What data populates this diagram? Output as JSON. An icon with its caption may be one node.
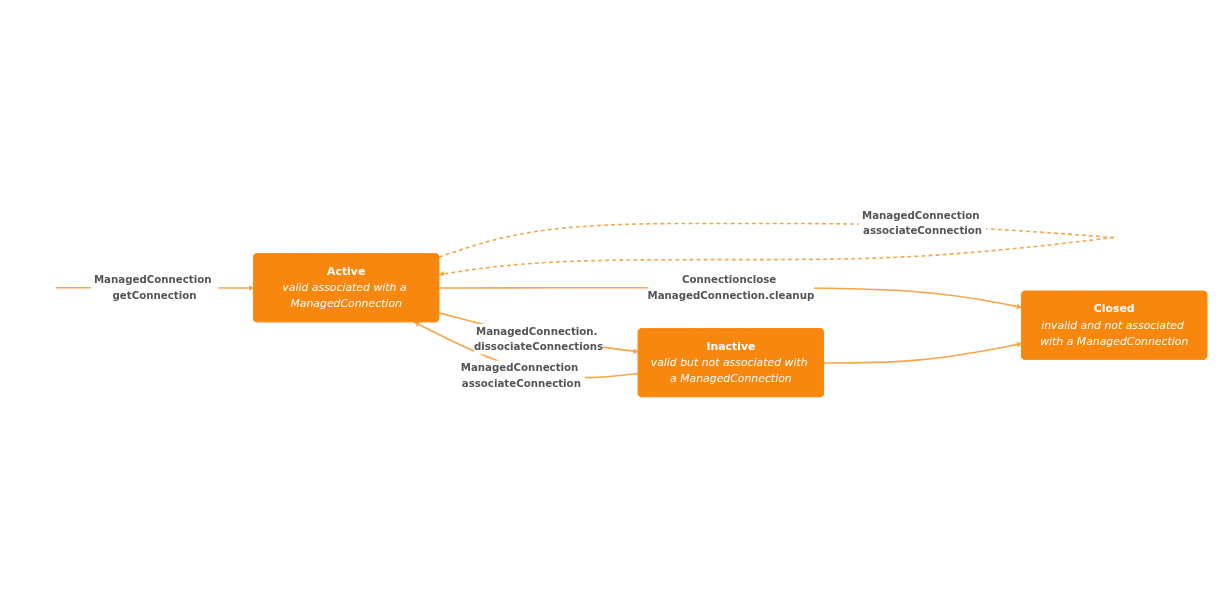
{
  "diagram": {
    "nodes": [
      {
        "text": [
          "Active",
          "valid associated with a ManagedConnection"
        ]
      },
      {
        "text": [
          "Inactive",
          "valid but not associated with a ManagedConnection"
        ]
      },
      {
        "text": [
          "Closed",
          "invalid and not associated with a ManagedConnection"
        ]
      }
    ],
    "edges": [
      {
        "from": null,
        "to": 0,
        "arrow": "to",
        "label": "ManagedConnection getConnection"
      },
      {
        "from": 0,
        "to": 0,
        "arrow": "to",
        "style": "dashed",
        "label": "ManagedConnection associateConnection"
      },
      {
        "from": 0,
        "to": 1,
        "arrow": "to",
        "label": "ManagedConnection. dissociateConnections"
      },
      {
        "from": 1,
        "to": 0,
        "arrow": "to",
        "label": "ManagedConnection associateConnection"
      },
      {
        "from": 0,
        "to": 2,
        "arrow": "to",
        "label": "Connectionclose ManagedConnection.cleanup"
      },
      {
        "from": 1,
        "to": 2,
        "arrow": "to"
      }
    ]
  }
}
